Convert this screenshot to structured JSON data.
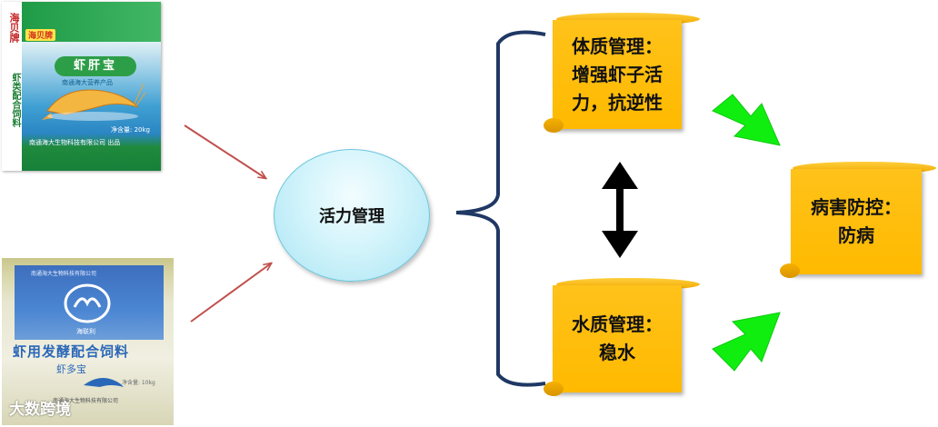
{
  "products": {
    "bag1": {
      "side_text_top": "海贝牌",
      "side_text_bottom": "虾类配合饲料",
      "brand": "海贝牌",
      "name": "虾肝宝",
      "sub": "南通海大营养产品",
      "weight": "净含量: 20kg",
      "maker": "南通海大生物科技有限公司 出品"
    },
    "bag2": {
      "top_text": "南通海大生物科技有限公司",
      "brand": "海联利",
      "title": "虾用发酵配合饲料",
      "sub": "虾多宝",
      "net": "净含量: 10kg",
      "maker": "南通海大生物科技有限公司",
      "watermark": "大数跨境"
    }
  },
  "diagram": {
    "center": "活力管理",
    "box_body": "体质管理：\n增强虾子活\n力，抗逆性",
    "box_water": "水质管理：\n稳水",
    "box_disease": "病害防控：\n防病"
  },
  "colors": {
    "arrow_red": "#c0504d",
    "bracket": "#1f3864",
    "scroll_fill": "#ffc000",
    "green_arrow": "#00ff00",
    "ellipse_fill": "#c7eef8"
  }
}
